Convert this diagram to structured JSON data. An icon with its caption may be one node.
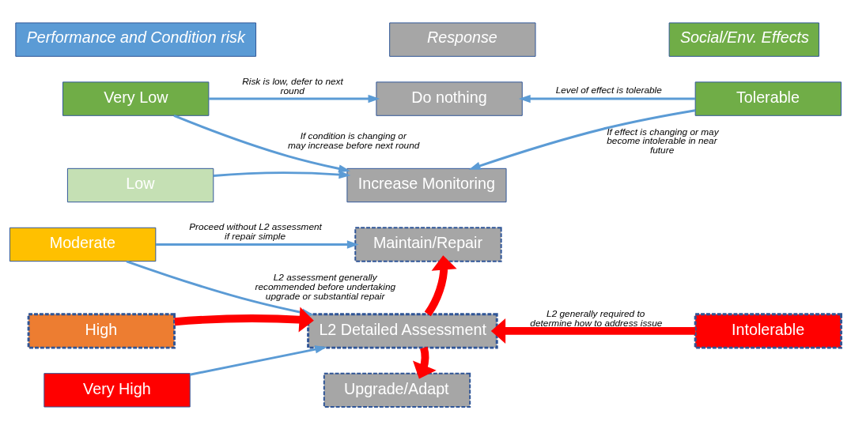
{
  "diagram": {
    "nodes": [
      {
        "text": [
          "Performance and Condition risk"
        ]
      },
      {
        "text": [
          "Very Low"
        ]
      },
      {
        "text": [
          "Low"
        ]
      },
      {
        "text": [
          "Moderate"
        ]
      },
      {
        "text": [
          "High"
        ]
      },
      {
        "text": [
          "Very High"
        ]
      },
      {
        "text": [
          "Response"
        ]
      },
      {
        "text": [
          "Do nothing"
        ]
      },
      {
        "text": [
          "Increase Monitoring"
        ]
      },
      {
        "text": [
          "Maintain/Repair"
        ]
      },
      {
        "text": [
          "L2 Detailed Assessment"
        ]
      },
      {
        "text": [
          "Upgrade/Adapt"
        ]
      },
      {
        "text": [
          "Social/Env. Effects"
        ]
      },
      {
        "text": [
          "Tolerable"
        ]
      },
      {
        "text": [
          "Intolerable"
        ]
      }
    ],
    "edges": [
      {
        "from": 1,
        "to": 7,
        "arrow": "to",
        "label": "Risk is low, defer to next round"
      },
      {
        "from": 1,
        "to": 8,
        "arrow": "to",
        "label": "If condition is changing or may increase before next round"
      },
      {
        "from": 2,
        "to": 8,
        "arrow": "to"
      },
      {
        "from": 3,
        "to": 9,
        "arrow": "to",
        "label": "Proceed without L2 assessment if repair simple"
      },
      {
        "from": 3,
        "to": 10,
        "arrow": "to",
        "label": "L2 assessment generally recommended before undertaking upgrade or substantial repair"
      },
      {
        "from": 4,
        "to": 10,
        "arrow": "to",
        "style": "thick",
        "color": "#ff0000"
      },
      {
        "from": 5,
        "to": 10,
        "arrow": "to"
      },
      {
        "from": 13,
        "to": 7,
        "arrow": "to",
        "label": "Level of effect is tolerable"
      },
      {
        "from": 13,
        "to": 8,
        "arrow": "to",
        "label": "If effect is changing or may become intolerable in near future"
      },
      {
        "from": 14,
        "to": 10,
        "arrow": "to",
        "style": "thick",
        "color": "#ff0000",
        "label": "L2 generally required to determine how to address issue"
      },
      {
        "from": 10,
        "to": 9,
        "arrow": "to",
        "style": "thick",
        "color": "#ff0000"
      },
      {
        "from": 10,
        "to": 11,
        "arrow": "to",
        "style": "thick",
        "color": "#ff0000"
      }
    ]
  }
}
